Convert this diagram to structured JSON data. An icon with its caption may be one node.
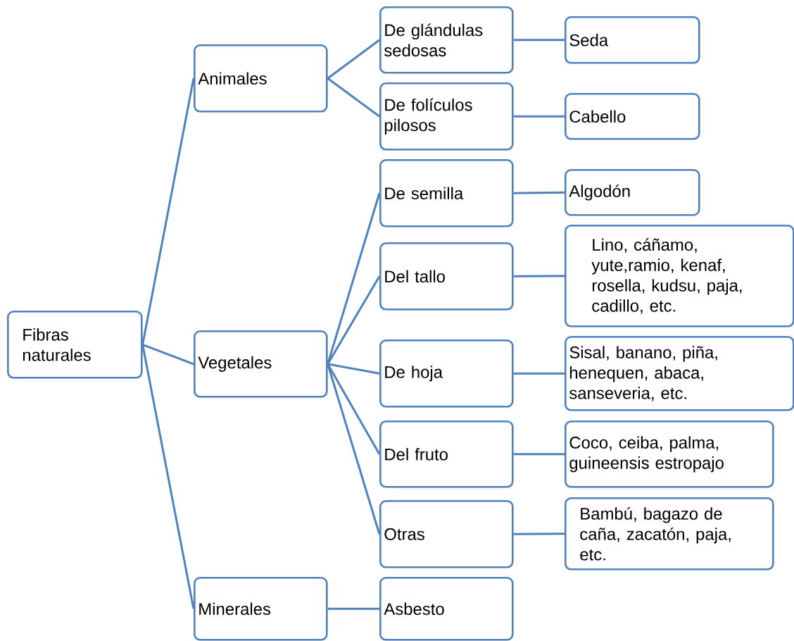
{
  "diagram": {
    "nodes": [
      {
        "text": [
          "Fibras naturales"
        ]
      },
      {
        "text": [
          "Animales"
        ]
      },
      {
        "text": [
          "De glándulas sedosas"
        ]
      },
      {
        "text": [
          "Seda"
        ]
      },
      {
        "text": [
          "De folículos pilosos"
        ]
      },
      {
        "text": [
          "Cabello"
        ]
      },
      {
        "text": [
          "Vegetales"
        ]
      },
      {
        "text": [
          "De semilla"
        ]
      },
      {
        "text": [
          "Algodón"
        ]
      },
      {
        "text": [
          "Del tallo"
        ]
      },
      {
        "text": [
          "Lino, cáñamo, yute,ramio, kenaf, rosella, kudsu, paja, cadillo, etc."
        ]
      },
      {
        "text": [
          "De hoja"
        ]
      },
      {
        "text": [
          "Sisal, banano, piña, henequen, abaca, sanseveria, etc."
        ]
      },
      {
        "text": [
          "Del fruto"
        ]
      },
      {
        "text": [
          "Coco, ceiba, palma, guineensis estropajo"
        ]
      },
      {
        "text": [
          "Otras"
        ]
      },
      {
        "text": [
          "Bambú, bagazo de caña, zacatón, paja, etc."
        ]
      },
      {
        "text": [
          "Minerales"
        ]
      },
      {
        "text": [
          "Asbesto"
        ]
      }
    ],
    "edges": [
      {
        "from": 0,
        "to": 1,
        "arrow": "none"
      },
      {
        "from": 0,
        "to": 6,
        "arrow": "none"
      },
      {
        "from": 0,
        "to": 17,
        "arrow": "none"
      },
      {
        "from": 1,
        "to": 2,
        "arrow": "none"
      },
      {
        "from": 1,
        "to": 4,
        "arrow": "none"
      },
      {
        "from": 2,
        "to": 3,
        "arrow": "none"
      },
      {
        "from": 4,
        "to": 5,
        "arrow": "none"
      },
      {
        "from": 6,
        "to": 7,
        "arrow": "none"
      },
      {
        "from": 6,
        "to": 9,
        "arrow": "none"
      },
      {
        "from": 6,
        "to": 11,
        "arrow": "none"
      },
      {
        "from": 6,
        "to": 13,
        "arrow": "none"
      },
      {
        "from": 6,
        "to": 15,
        "arrow": "none"
      },
      {
        "from": 7,
        "to": 8,
        "arrow": "none"
      },
      {
        "from": 9,
        "to": 10,
        "arrow": "none"
      },
      {
        "from": 11,
        "to": 12,
        "arrow": "none"
      },
      {
        "from": 13,
        "to": 14,
        "arrow": "none"
      },
      {
        "from": 15,
        "to": 16,
        "arrow": "none"
      },
      {
        "from": 17,
        "to": 18,
        "arrow": "none"
      }
    ]
  }
}
